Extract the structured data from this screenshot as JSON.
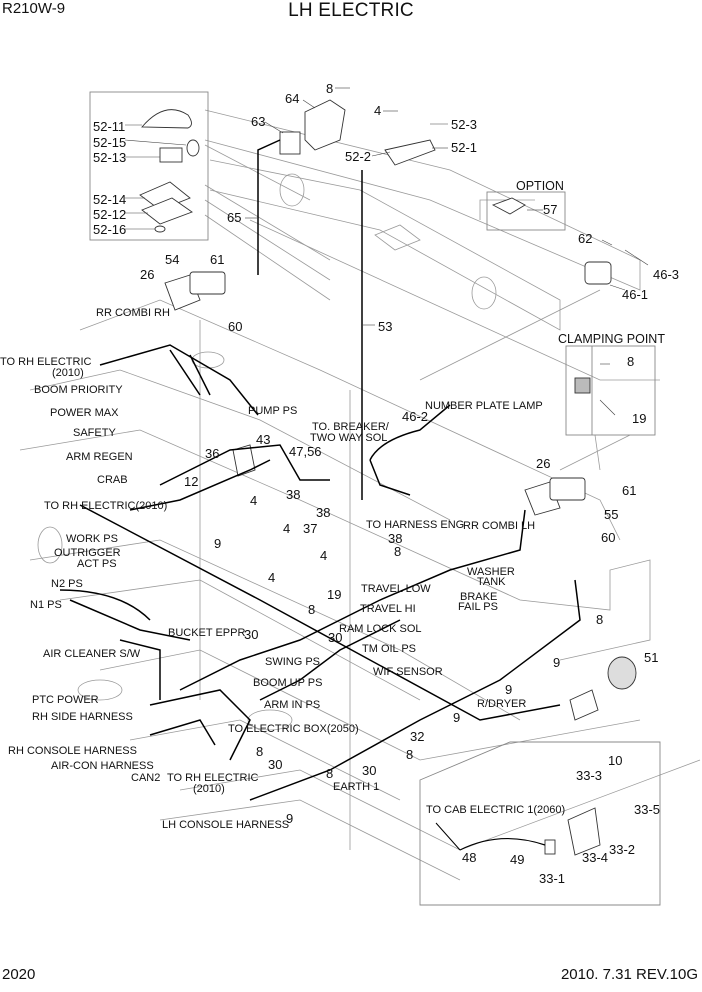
{
  "header": {
    "model": "R210W-9",
    "title": "LH ELECTRIC"
  },
  "footer": {
    "page": "2020",
    "date_rev": "2010. 7.31  REV.10G"
  },
  "insets": {
    "option": {
      "title": "OPTION",
      "part": "57"
    },
    "clamping_point": {
      "title": "CLAMPING POINT",
      "parts": [
        "8",
        "19"
      ]
    },
    "lamp_assembly": {
      "parts": [
        "52-11",
        "52-15",
        "52-13",
        "52-14",
        "52-12",
        "52-16"
      ]
    },
    "cab_electric": {
      "label": "TO CAB ELECTRIC 1(2060)",
      "parts": [
        "10",
        "33-3",
        "33-5",
        "33-2",
        "33-4",
        "33-1",
        "48",
        "49"
      ]
    }
  },
  "part_numbers": {
    "p8_top": "8",
    "p64": "64",
    "p63": "63",
    "p4_top": "4",
    "p52_3": "52-3",
    "p52_2": "52-2",
    "p52_1": "52-1",
    "p65": "65",
    "p62": "62",
    "p46_3": "46-3",
    "p46_1": "46-1",
    "p54": "54",
    "p61_l": "61",
    "p26_l": "26",
    "p60_l": "60",
    "p53": "53",
    "p46_2": "46-2",
    "p26_r": "26",
    "p61_r": "61",
    "p55": "55",
    "p60_r": "60",
    "p43": "43",
    "p36": "36",
    "p47_56": "47,56",
    "p12": "12",
    "p4_a": "4",
    "p38_a": "38",
    "p9_a": "9",
    "p4_b": "4",
    "p37": "37",
    "p38_b": "38",
    "p38_c": "38",
    "p8_a": "8",
    "p4_c": "4",
    "p4_d": "4",
    "p19": "19",
    "p8_b": "8",
    "p30_a": "30",
    "p30_b": "30",
    "p8_c": "8",
    "p9_b": "9",
    "p9_c": "9",
    "p9_d": "9",
    "p51": "51",
    "p32": "32",
    "p8_d": "8",
    "p8_e": "8",
    "p30_c": "30",
    "p30_d": "30",
    "p8_f": "8",
    "p9_e": "9"
  },
  "connector_labels": {
    "rr_combi_rh": "RR COMBI RH",
    "to_rh_electric_1": "TO RH ELECTRIC",
    "to_rh_electric_1_code": "(2010)",
    "boom_priority": "BOOM PRIORITY",
    "power_max": "POWER MAX",
    "safety": "SAFETY",
    "arm_regen": "ARM REGEN",
    "crab": "CRAB",
    "to_rh_electric_2": "TO RH ELECTRIC(2010)",
    "work_ps": "WORK PS",
    "outrigger_act_ps_1": "OUTRIGGER",
    "outrigger_act_ps_2": "ACT PS",
    "n2_ps": "N2 PS",
    "n1_ps": "N1 PS",
    "pump_ps": "PUMP PS",
    "to_breaker_1": "TO. BREAKER/",
    "to_breaker_2": "TWO WAY SOL",
    "number_plate_lamp": "NUMBER PLATE LAMP",
    "to_harness_eng": "TO HARNESS ENG",
    "rr_combi_lh": "RR COMBI LH",
    "washer_tank_1": "WASHER",
    "washer_tank_2": "TANK",
    "travel_low": "TRAVEL LOW",
    "travel_hi": "TRAVEL HI",
    "brake_fail_ps_1": "BRAKE",
    "brake_fail_ps_2": "FAIL PS",
    "ram_lock_sol": "RAM LOCK SOL",
    "tm_oil_ps": "TM OIL PS",
    "wie_sensor": "WIF SENSOR",
    "r_dryer": "R/DRYER",
    "bucket_eppr": "BUCKET EPPR",
    "swing_ps": "SWING PS",
    "boom_up_ps": "BOOM UP PS",
    "arm_in_ps": "ARM IN PS",
    "air_cleaner_sw": "AIR CLEANER S/W",
    "ptc_power": "PTC POWER",
    "rh_side_harness": "RH SIDE HARNESS",
    "rh_console_harness": "RH CONSOLE HARNESS",
    "air_con_harness": "AIR-CON HARNESS",
    "can2": "CAN2",
    "to_rh_electric_3": "TO RH ELECTRIC",
    "to_rh_electric_3_code": "(2010)",
    "to_electric_box": "TO ELECTRIC BOX(2050)",
    "earth_1": "EARTH 1",
    "lh_console_harness": "LH CONSOLE HARNESS"
  }
}
